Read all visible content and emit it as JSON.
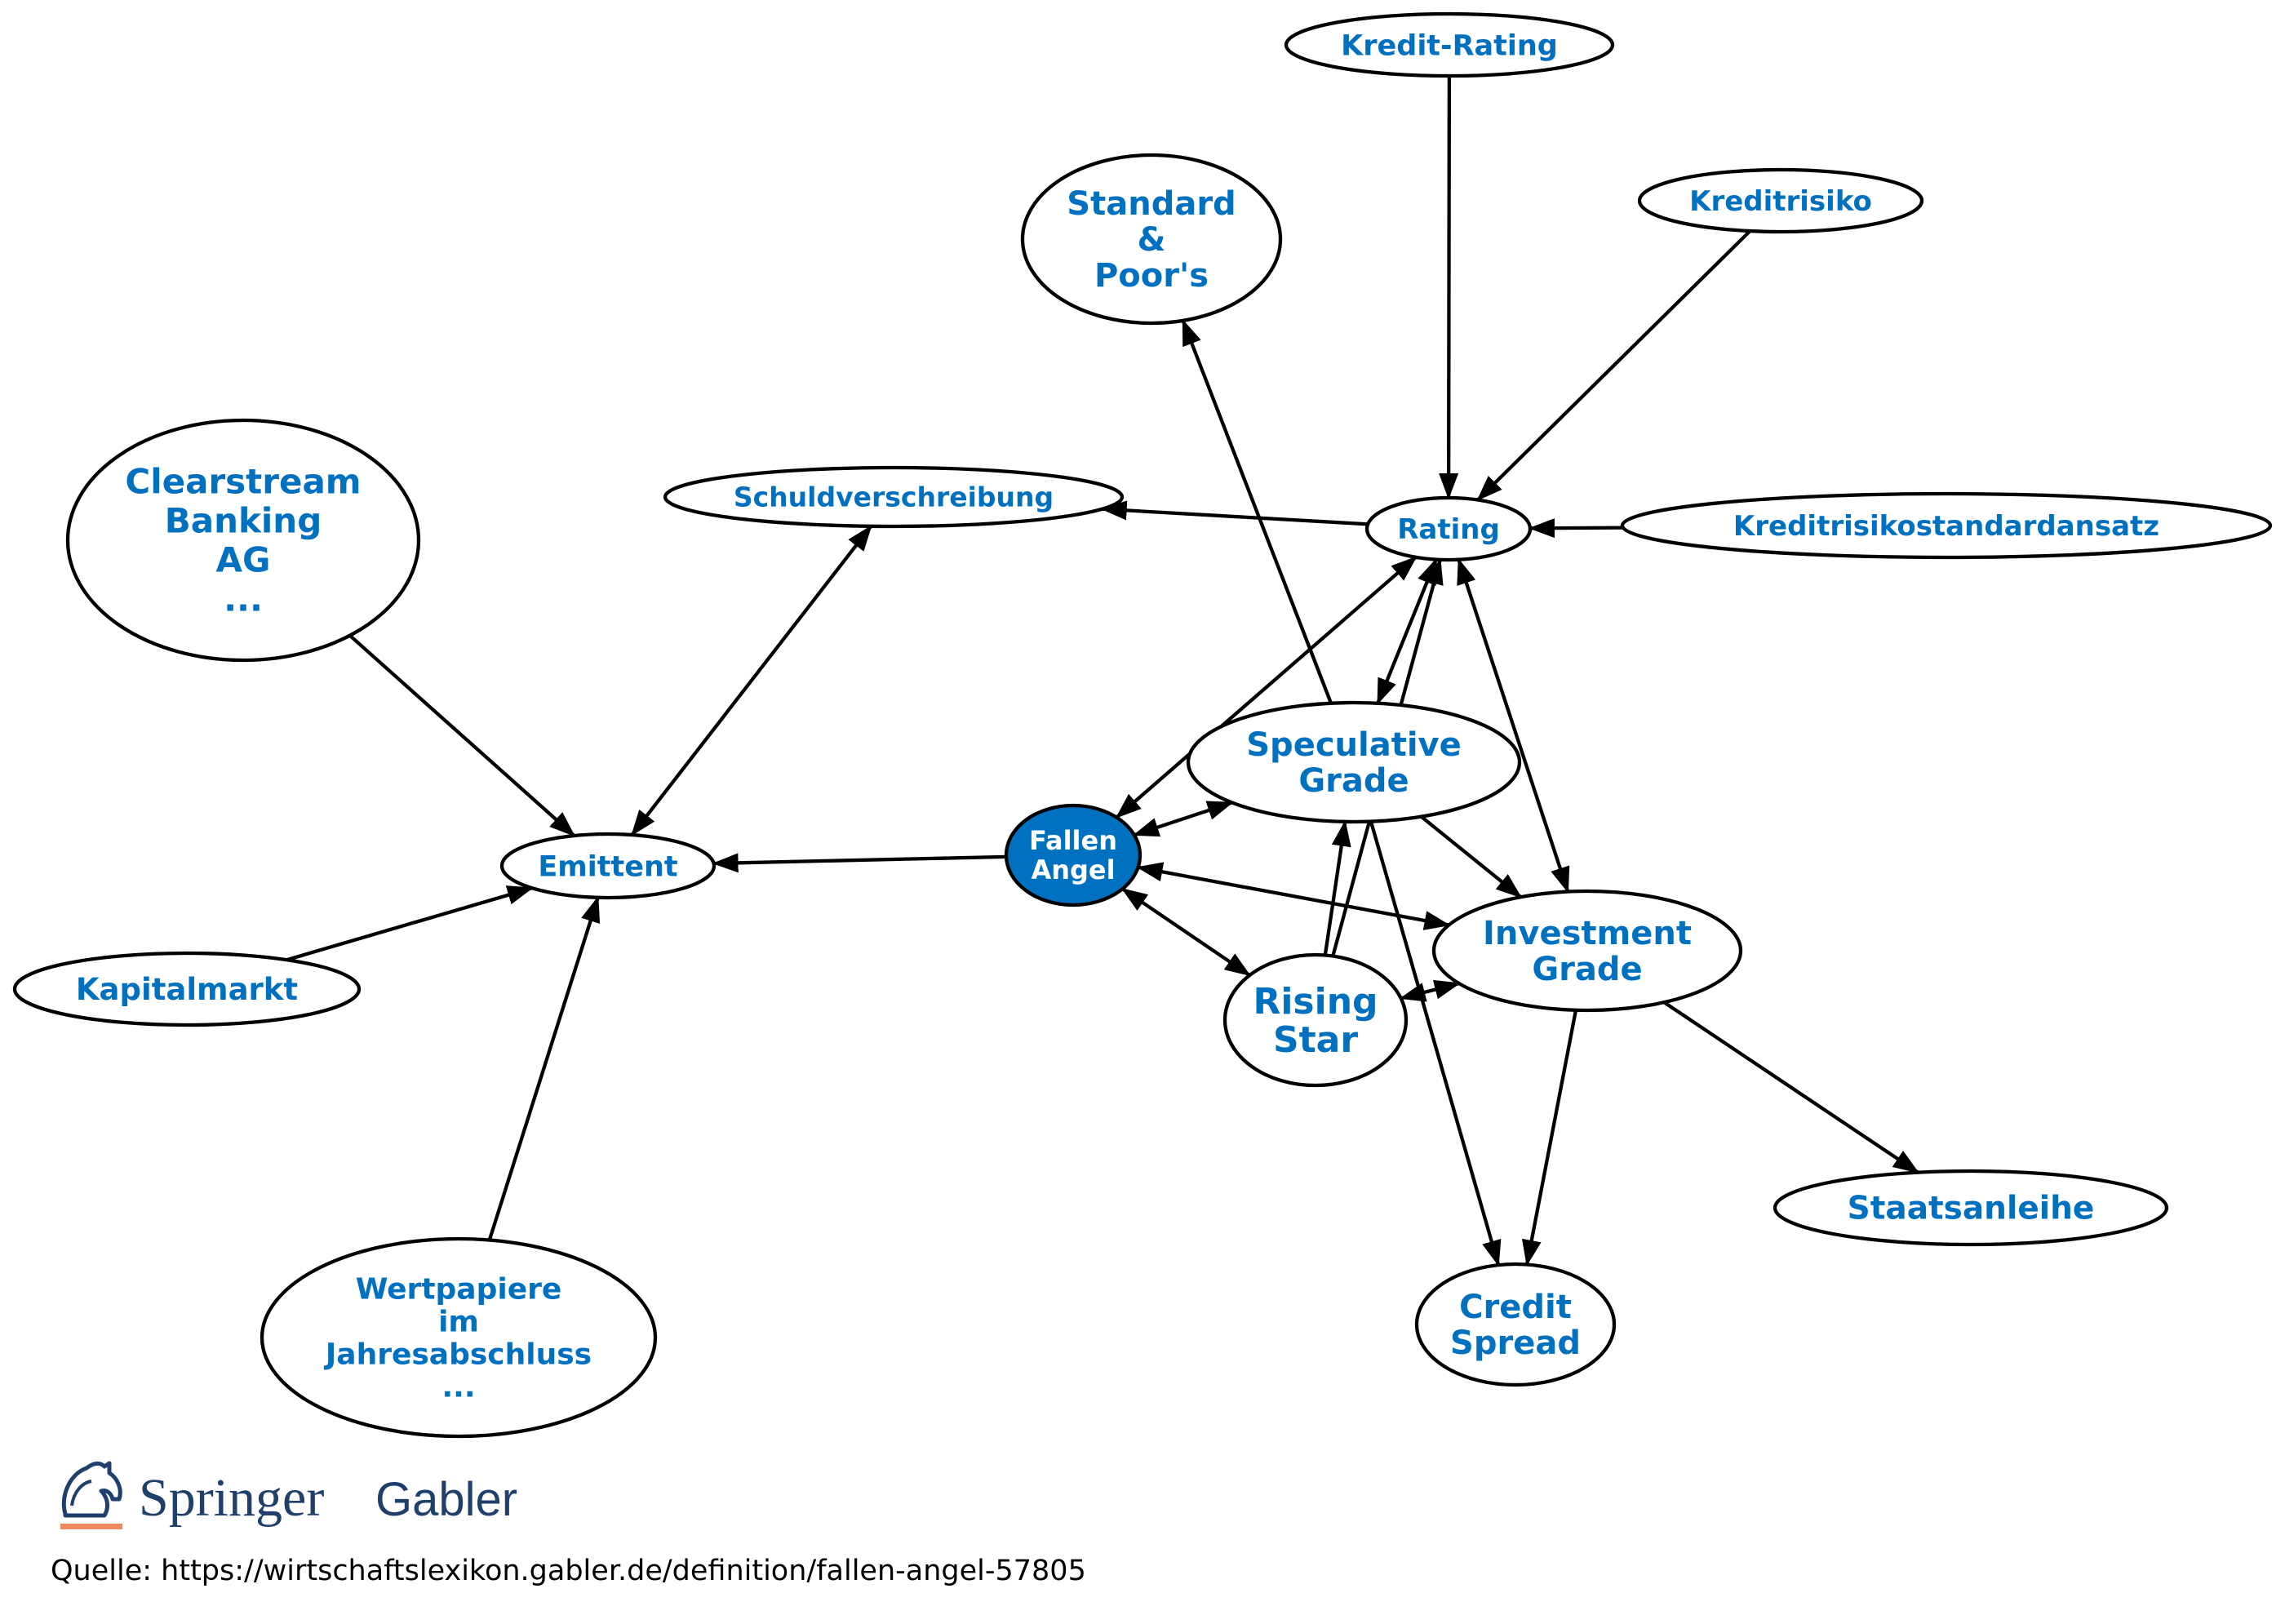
{
  "colors": {
    "label": "#0070c0",
    "focus_fill": "#0070c0",
    "focus_label": "#ffffff",
    "stroke": "#000000",
    "brand": "#1f3f6d",
    "brand_accent": "#f08a5d"
  },
  "nodes": [
    {
      "id": "kredit-rating",
      "lines": [
        "Kredit-Rating"
      ]
    },
    {
      "id": "standard-poors",
      "lines": [
        "Standard",
        "&",
        "Poor's"
      ]
    },
    {
      "id": "kreditrisiko",
      "lines": [
        "Kreditrisiko"
      ]
    },
    {
      "id": "clearstream",
      "lines": [
        "Clearstream",
        "Banking",
        "AG",
        "..."
      ]
    },
    {
      "id": "schuldverschreibung",
      "lines": [
        "Schuldverschreibung"
      ]
    },
    {
      "id": "rating",
      "lines": [
        "Rating"
      ]
    },
    {
      "id": "kreditrisikostandardansatz",
      "lines": [
        "Kreditrisikostandardansatz"
      ]
    },
    {
      "id": "speculative-grade",
      "lines": [
        "Speculative",
        "Grade"
      ]
    },
    {
      "id": "emittent",
      "lines": [
        "Emittent"
      ]
    },
    {
      "id": "fallen-angel",
      "lines": [
        "Fallen",
        "Angel"
      ],
      "focus": true
    },
    {
      "id": "investment-grade",
      "lines": [
        "Investment",
        "Grade"
      ]
    },
    {
      "id": "kapitalmarkt",
      "lines": [
        "Kapitalmarkt"
      ]
    },
    {
      "id": "rising-star",
      "lines": [
        "Rising",
        "Star"
      ]
    },
    {
      "id": "staatsanleihe",
      "lines": [
        "Staatsanleihe"
      ]
    },
    {
      "id": "credit-spread",
      "lines": [
        "Credit",
        "Spread"
      ]
    },
    {
      "id": "wertpapiere",
      "lines": [
        "Wertpapiere",
        "im",
        "Jahresabschluss",
        "..."
      ]
    }
  ],
  "edges": [
    {
      "from": "kredit-rating",
      "to": "rating",
      "dir": "forward"
    },
    {
      "from": "kreditrisiko",
      "to": "rating",
      "dir": "forward"
    },
    {
      "from": "kreditrisikostandardansatz",
      "to": "rating",
      "dir": "forward"
    },
    {
      "from": "rating",
      "to": "schuldverschreibung",
      "dir": "forward"
    },
    {
      "from": "speculative-grade",
      "to": "standard-poors",
      "dir": "forward"
    },
    {
      "from": "rating",
      "to": "speculative-grade",
      "dir": "both"
    },
    {
      "from": "rating",
      "to": "fallen-angel",
      "dir": "both"
    },
    {
      "from": "rating",
      "to": "investment-grade",
      "dir": "both"
    },
    {
      "from": "rising-star",
      "to": "rating",
      "dir": "forward"
    },
    {
      "from": "schuldverschreibung",
      "to": "emittent",
      "dir": "both"
    },
    {
      "from": "clearstream",
      "to": "emittent",
      "dir": "forward"
    },
    {
      "from": "kapitalmarkt",
      "to": "emittent",
      "dir": "forward"
    },
    {
      "from": "wertpapiere",
      "to": "emittent",
      "dir": "forward"
    },
    {
      "from": "fallen-angel",
      "to": "emittent",
      "dir": "forward"
    },
    {
      "from": "fallen-angel",
      "to": "speculative-grade",
      "dir": "both"
    },
    {
      "from": "fallen-angel",
      "to": "investment-grade",
      "dir": "both"
    },
    {
      "from": "fallen-angel",
      "to": "rising-star",
      "dir": "both"
    },
    {
      "from": "rising-star",
      "to": "speculative-grade",
      "dir": "forward"
    },
    {
      "from": "speculative-grade",
      "to": "investment-grade",
      "dir": "forward"
    },
    {
      "from": "speculative-grade",
      "to": "credit-spread",
      "dir": "forward"
    },
    {
      "from": "rising-star",
      "to": "investment-grade",
      "dir": "both"
    },
    {
      "from": "investment-grade",
      "to": "credit-spread",
      "dir": "forward"
    },
    {
      "from": "investment-grade",
      "to": "staatsanleihe",
      "dir": "forward"
    }
  ],
  "logo": {
    "brand_1": "Springer",
    "brand_2": "Gabler"
  },
  "source_text": "Quelle: https://wirtschaftslexikon.gabler.de/definition/fallen-angel-57805"
}
